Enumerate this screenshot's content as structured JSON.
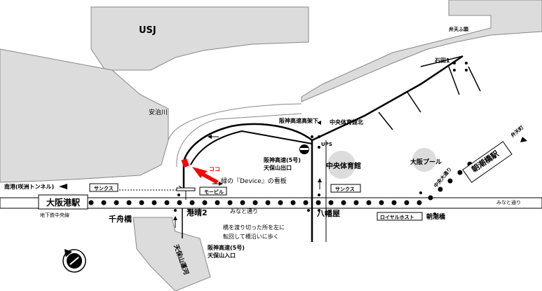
{
  "labels": {
    "usj": "USJ",
    "bentenfuto": "弁天ふ頭",
    "ishida1": "石田1",
    "ajigawa": "安治川",
    "hanshin_under": "阪神高速高架下",
    "chuo_north": "中央体育館北",
    "ups": "UPS",
    "hanshin_exit": "阪神高速(5号)",
    "tenpozan_exit": "天保山出口",
    "koko": "ココ",
    "device_sign": "緑の『Device』の看板",
    "nanko_tunnel": "南港(咲洲トンネル)",
    "sunkus_left": "サンクス",
    "mobil": "モービル",
    "osakako_eki": "大阪港駅",
    "subway_line": "地下鉄中央線",
    "sennichi": "千舟橋",
    "minatoharu": "港晴2",
    "minato_dori1": "みなと通り",
    "bridge_note1": "橋を渡り切った所を左に",
    "bridge_note2": "転回して橋沿いに歩く",
    "hanshin_entrance": "阪神高速(5号)",
    "tenpozan_entrance": "天保山入口",
    "tenpozan_canal": "天保山運河",
    "chuo_gym": "中央体育館",
    "sunkus_mid": "サンクス",
    "hachimanya": "八幡屋",
    "royal_host": "ロイヤルホスト",
    "asashio": "朝潮橋",
    "osaka_pool": "大阪プール",
    "chuo_odori": "中央大通り",
    "asashio_eki": "朝潮橋駅",
    "bentencho": "弁天町",
    "minato_dori2": "みなと通り"
  },
  "colors": {
    "land": "#dcdcdc",
    "road": "#000000",
    "highlight": "#ff0000"
  },
  "icons": [
    "compass-icon",
    "arrow-left-icon",
    "arrow-right-icon",
    "parking-icon"
  ]
}
